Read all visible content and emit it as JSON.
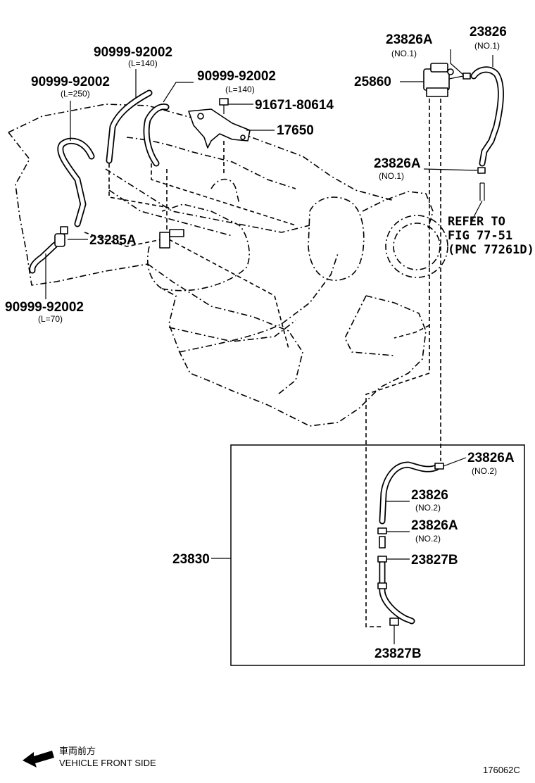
{
  "labels": {
    "p_90999_top": {
      "number": "90999-92002",
      "sub": "(L=140)"
    },
    "p_90999_left": {
      "number": "90999-92002",
      "sub": "(L=250)"
    },
    "p_90999_mid": {
      "number": "90999-92002",
      "sub": "(L=140)"
    },
    "p_91671": {
      "number": "91671-80614"
    },
    "p_17650": {
      "number": "17650"
    },
    "p_23826a_top": {
      "number": "23826A",
      "sub": "(NO.1)"
    },
    "p_23826_top": {
      "number": "23826",
      "sub": "(NO.1)"
    },
    "p_25860": {
      "number": "25860"
    },
    "p_23826a_mid": {
      "number": "23826A",
      "sub": "(NO.1)"
    },
    "p_23285a": {
      "number": "23285A"
    },
    "p_90999_bottom": {
      "number": "90999-92002",
      "sub": "(L=70)"
    },
    "p_23826a_box1": {
      "number": "23826A",
      "sub": "(NO.2)"
    },
    "p_23826_box": {
      "number": "23826",
      "sub": "(NO.2)"
    },
    "p_23826a_box2": {
      "number": "23826A",
      "sub": "(NO.2)"
    },
    "p_23827b_box1": {
      "number": "23827B"
    },
    "p_23827b_box2": {
      "number": "23827B"
    },
    "p_23830": {
      "number": "23830"
    }
  },
  "refer": {
    "line1": "REFER TO",
    "line2": "FIG 77-51",
    "line3": "(PNC 77261D)"
  },
  "footer": {
    "direction_jp": "車両前方",
    "direction_en": "VEHICLE FRONT SIDE",
    "figure_code": "176062C"
  }
}
